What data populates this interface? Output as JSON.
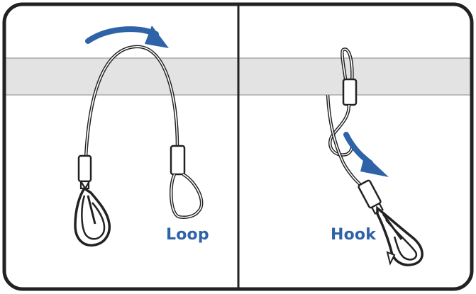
{
  "panels": [
    {
      "label": "Loop"
    },
    {
      "label": "Hook"
    }
  ],
  "colors": {
    "accent": "#2e63a8",
    "outline": "#222222",
    "bar_fill": "#e3e3e3",
    "bar_stroke": "#9a9a9a",
    "background": "#ffffff"
  },
  "icons": [
    "curved-arrow",
    "down-right-arrow",
    "snap-hook",
    "cable-loop",
    "cable-ferrule"
  ]
}
